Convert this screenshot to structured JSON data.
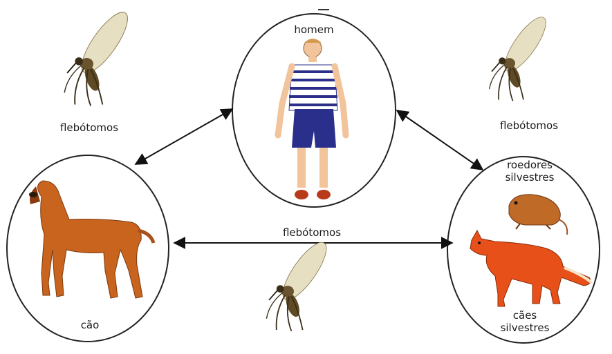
{
  "labels": {
    "human": "homem",
    "dog": "cão",
    "rodents_line1": "roedores",
    "rodents_line2": "silvestres",
    "wild_dogs_line1": "cães",
    "wild_dogs_line2": "silvestres",
    "sandfly_top_left": "flebótomos",
    "sandfly_top_right": "flebótomos",
    "sandfly_bottom": "flebótomos"
  },
  "colors": {
    "circle_stroke": "#222222",
    "arrow": "#111111",
    "dog_fur": "#c8641e",
    "fox_fur": "#e8501a",
    "rodent_fur": "#c06a28",
    "shirt_stripe": "#2b2f8a",
    "shorts": "#2a2f8c",
    "skin": "#f2c49b",
    "insect_body": "#5a4a2a",
    "insect_wing": "#d8cfae"
  },
  "icons": [
    "sandfly-icon",
    "human-figure",
    "dog-figure",
    "rodent-figure",
    "fox-figure"
  ]
}
